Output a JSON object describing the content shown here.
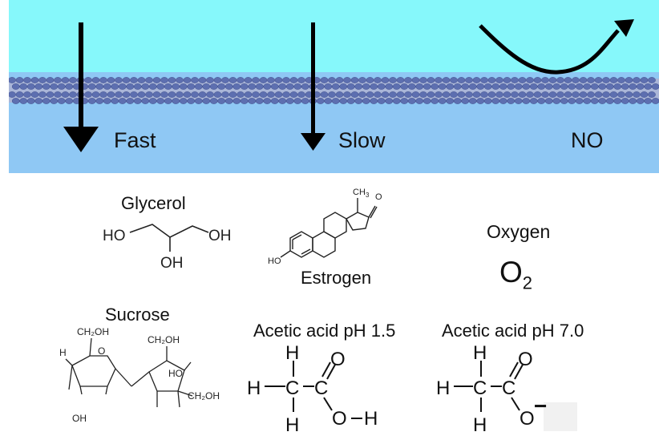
{
  "membrane": {
    "colors": {
      "top_water": "#86f8fb",
      "bottom_water": "#8fc8f4",
      "bilayer": "#5d6fb0"
    },
    "arrows": [
      {
        "label": "Fast"
      },
      {
        "label": "Slow"
      },
      {
        "label": "NO"
      }
    ]
  },
  "molecules": {
    "glycerol": {
      "name": "Glycerol",
      "atoms": [
        "HO",
        "OH",
        "OH"
      ]
    },
    "estrogen": {
      "name": "Estrogen",
      "atoms": [
        "CH",
        "3",
        "O",
        "HO"
      ]
    },
    "oxygen": {
      "name": "Oxygen",
      "formula": "O",
      "subscript": "2"
    },
    "sucrose": {
      "name": "Sucrose",
      "atoms": [
        "CH₂OH",
        "CH₂OH",
        "CH₂OH",
        "H",
        "O",
        "OH",
        "HO"
      ]
    },
    "acetic_15": {
      "name": "Acetic acid pH 1.5",
      "atoms": [
        "H",
        "H",
        "C",
        "C",
        "O",
        "O",
        "H",
        "H"
      ]
    },
    "acetic_70": {
      "name": "Acetic acid pH 7.0",
      "atoms": [
        "H",
        "H",
        "C",
        "C",
        "O",
        "O",
        "H",
        "−"
      ]
    }
  }
}
